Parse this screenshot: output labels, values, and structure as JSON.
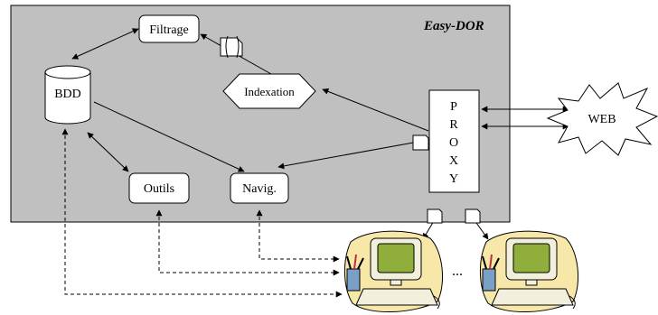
{
  "title": "Easy-DOR",
  "nodes": {
    "filtrage": "Filtrage",
    "bdd": "BDD",
    "indexation": "Indexation",
    "proxy_letters": [
      "P",
      "R",
      "O",
      "X",
      "Y"
    ],
    "outils": "Outils",
    "navig": "Navig.",
    "web": "WEB"
  },
  "ellipsis": "...",
  "colors": {
    "panel_fill": "#c0c0c0",
    "box_fill": "#ffffff",
    "stroke": "#000000",
    "monitor_screen": "#8fae3c",
    "computer_body": "#f2f0dd",
    "blob": "#f7e7a8"
  },
  "icons": [
    "document-icon",
    "pc-user-icon"
  ]
}
